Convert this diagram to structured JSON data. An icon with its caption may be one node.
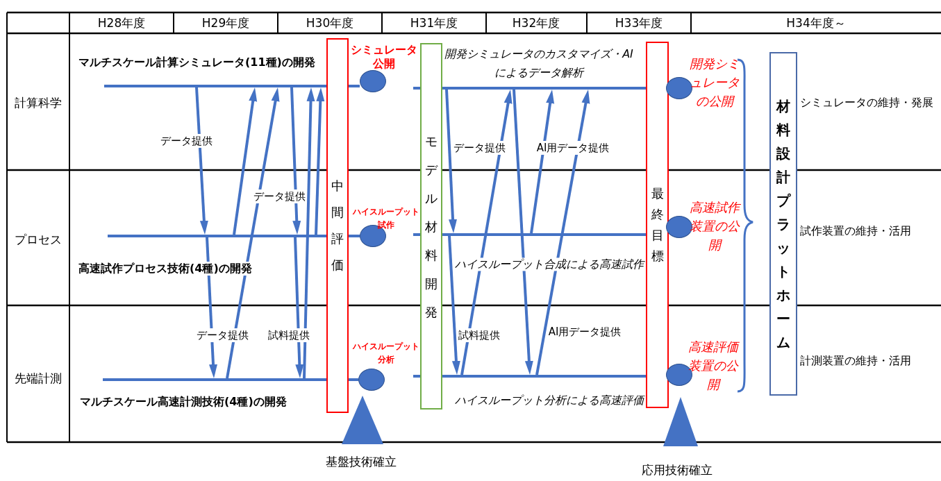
{
  "diagram": {
    "nodes": [
      {
        "text": [],
        "shape": "bar",
        "beside": [
          "マルチスケール計算シミュレータ(11種)の開発"
        ]
      },
      {
        "text": [],
        "shape": "bar",
        "beside": [
          "高速試作プロセス技術(4種)の開発"
        ]
      },
      {
        "text": [],
        "shape": "bar",
        "beside": [
          "マルチスケール高速計測技術(4種)の開発"
        ]
      },
      {
        "text": [
          "中間評価"
        ]
      },
      {
        "text": [],
        "shape": "circle",
        "beside": [
          "シミュレータ公開"
        ]
      },
      {
        "text": [],
        "shape": "circle",
        "beside": [
          "ハイスループット試作"
        ]
      },
      {
        "text": [],
        "shape": "circle",
        "beside": [
          "ハイスループット分析"
        ]
      },
      {
        "text": [
          "モデル材料開発"
        ]
      },
      {
        "text": [],
        "shape": "bar"
      },
      {
        "text": [],
        "shape": "bar"
      },
      {
        "text": [],
        "shape": "bar"
      },
      {
        "text": [
          "最終目標"
        ]
      },
      {
        "text": [],
        "shape": "circle",
        "beside": [
          "開発シミュレータの公開"
        ]
      },
      {
        "text": [],
        "shape": "circle",
        "beside": [
          "高速試作装置の公開"
        ]
      },
      {
        "text": [],
        "shape": "circle",
        "beside": [
          "高速評価装置の公開"
        ]
      },
      {
        "text": [
          "材料設計プラットホーム"
        ]
      },
      {
        "text": [],
        "shape": "triangle",
        "beside": [
          "基盤技術確立"
        ]
      },
      {
        "text": [],
        "shape": "triangle",
        "beside": [
          "応用技術確立"
        ]
      }
    ],
    "edges": [
      {
        "from": 0,
        "to": 1,
        "arrow": "to",
        "label": "データ提供"
      },
      {
        "from": 1,
        "to": 0,
        "arrow": "to"
      },
      {
        "from": 2,
        "to": 0,
        "arrow": "to"
      },
      {
        "from": 0,
        "to": 1,
        "arrow": "to",
        "label": "データ提供"
      },
      {
        "from": 2,
        "to": 0,
        "arrow": "to"
      },
      {
        "from": 1,
        "to": 0,
        "arrow": "to"
      },
      {
        "from": 1,
        "to": 2,
        "arrow": "to",
        "label": "データ提供"
      },
      {
        "from": 1,
        "to": 2,
        "arrow": "to",
        "label": "試料提供"
      },
      {
        "from": 8,
        "to": 9,
        "arrow": "to",
        "label": "データ提供"
      },
      {
        "from": 10,
        "to": 8,
        "arrow": "to"
      },
      {
        "from": 8,
        "to": 10,
        "arrow": "to"
      },
      {
        "from": 9,
        "to": 8,
        "arrow": "to",
        "label": "AI用データ提供"
      },
      {
        "from": 10,
        "to": 8,
        "arrow": "to",
        "label": "AI用データ提供"
      },
      {
        "from": 9,
        "to": 10,
        "arrow": "to",
        "label": "試料提供"
      },
      {
        "from": 3,
        "to": 4,
        "arrow": "none"
      },
      {
        "from": 3,
        "to": 5,
        "arrow": "none"
      },
      {
        "from": 3,
        "to": 6,
        "arrow": "none"
      }
    ],
    "labels": [
      "H28年度",
      "H29年度",
      "H30年度",
      "H31年度",
      "H32年度",
      "H33年度",
      "H34年度～",
      "計算科学",
      "開発シミュレータのカスタマイズ・AIによるデータ解析",
      "シミュレータの維持・発展",
      "プロセス",
      "ハイスループット合成による高速試作",
      "試作装置の維持・活用",
      "先端計測",
      "ハイスループット分析による高速評価",
      "計測装置の維持・活用"
    ]
  }
}
